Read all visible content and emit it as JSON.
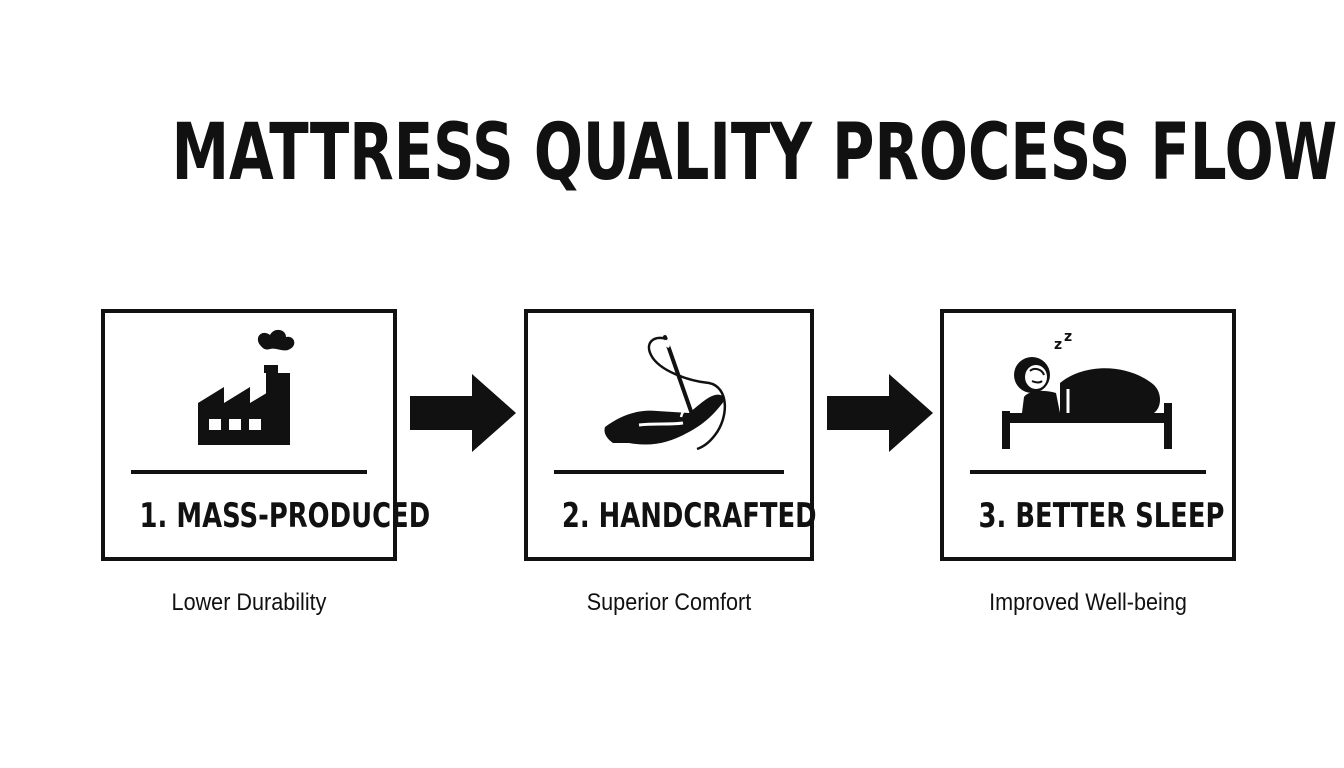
{
  "title": "MATTRESS QUALITY PROCESS FLOW",
  "steps": [
    {
      "label": "1. MASS-PRODUCED",
      "caption": "Lower Durability",
      "icon": "factory-icon"
    },
    {
      "label": "2. HANDCRAFTED",
      "caption": "Superior Comfort",
      "icon": "hand-sewing-needle-icon"
    },
    {
      "label": "3. BETTER SLEEP",
      "caption": "Improved Well-being",
      "icon": "sleeping-person-bed-icon"
    }
  ],
  "arrows": [
    {
      "icon": "right-arrow-icon"
    },
    {
      "icon": "right-arrow-icon"
    }
  ],
  "colors": {
    "ink": "#111111",
    "background": "#ffffff"
  }
}
